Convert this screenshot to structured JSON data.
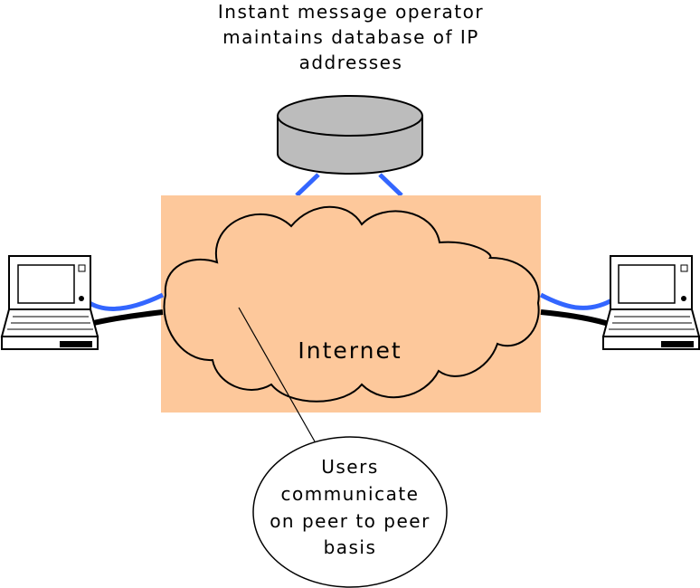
{
  "colors": {
    "background": "#ffffff",
    "internet_area": "#fdc89b",
    "server_fill": "#bcbcbc",
    "blue_link": "#3366ff",
    "black_link": "#000000",
    "laptop_fill": "#ffffff",
    "outline": "#000000"
  },
  "server": {
    "icon": "database-cylinder-icon",
    "label_lines": [
      "Instant message operator",
      "maintains database of IP",
      "addresses"
    ]
  },
  "network": {
    "icon": "cloud-icon",
    "label": "Internet"
  },
  "laptops": [
    {
      "id": "left",
      "icon": "laptop-icon"
    },
    {
      "id": "right",
      "icon": "laptop-icon"
    }
  ],
  "callout": {
    "lines": [
      "Users",
      "communicate",
      "on peer to peer",
      "basis"
    ]
  }
}
